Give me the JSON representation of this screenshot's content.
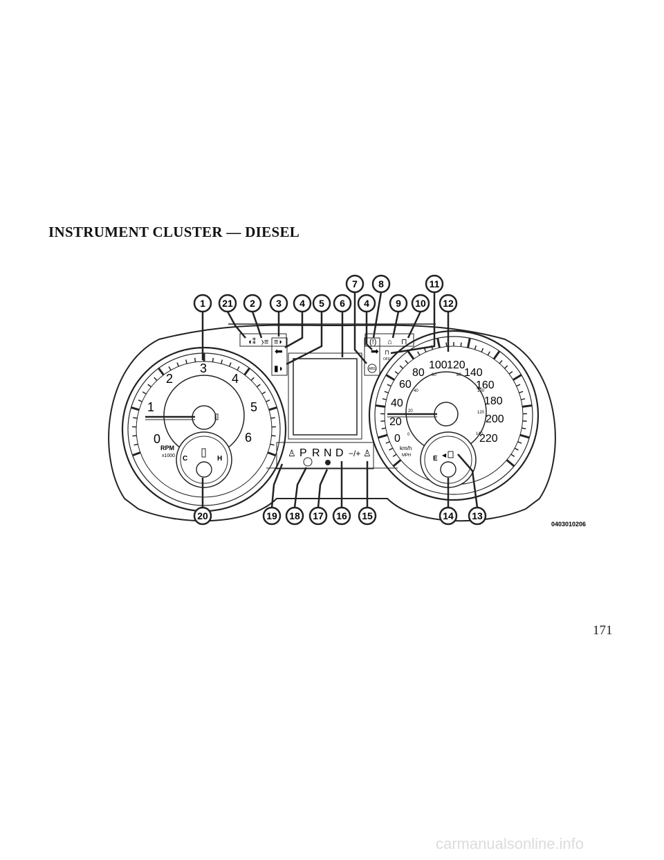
{
  "heading": "INSTRUMENT CLUSTER — DIESEL",
  "page_number": "171",
  "figure_code": "0403010206",
  "watermark": "carmanualsonline.info",
  "tachometer": {
    "scale": [
      "0",
      "1",
      "2",
      "3",
      "4",
      "5",
      "6"
    ],
    "unit": "RPM",
    "multiplier": "x1000"
  },
  "temp_gauge": {
    "cold": "C",
    "hot": "H"
  },
  "speedometer": {
    "kmh_scale": [
      "0",
      "20",
      "40",
      "60",
      "80",
      "100",
      "120",
      "140",
      "160",
      "180",
      "200",
      "220"
    ],
    "mph_scale": [
      "0",
      "20",
      "40",
      "60",
      "80",
      "100",
      "120",
      "140"
    ],
    "unit_kmh": "km/h",
    "unit_mph": "MPH"
  },
  "fuel_gauge": {
    "empty": "E"
  },
  "gear_indicator": [
    "P",
    "R",
    "N",
    "D"
  ],
  "callouts": [
    "1",
    "2",
    "3",
    "4",
    "5",
    "6",
    "7",
    "8",
    "9",
    "10",
    "11",
    "12",
    "13",
    "14",
    "15",
    "16",
    "17",
    "18",
    "19",
    "20",
    "21"
  ],
  "off_label": "OFF",
  "abs_label": "ABS"
}
